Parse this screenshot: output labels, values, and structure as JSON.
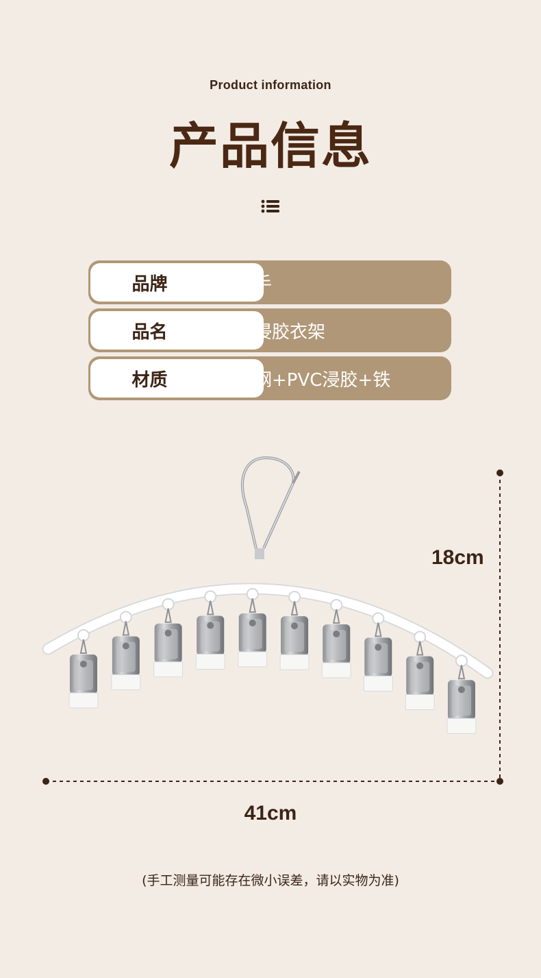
{
  "header": {
    "subtitle": "Product information",
    "title": "产品信息"
  },
  "icons": {
    "list_icon": "list-icon"
  },
  "colors": {
    "background": "#f3ece5",
    "row_fill": "#b09777",
    "text_dark": "#3b2416",
    "label_bg": "#ffffff"
  },
  "info_rows": [
    {
      "label": "品牌",
      "value": "佳帮手"
    },
    {
      "label": "品名",
      "value": "圆弧浸胶衣架"
    },
    {
      "label": "材质",
      "value": "不锈钢+PVC浸胶+铁"
    }
  ],
  "dimensions": {
    "width": "41cm",
    "height": "18cm"
  },
  "note": "(手工测量可能存在微小误差，请以实物为准)"
}
